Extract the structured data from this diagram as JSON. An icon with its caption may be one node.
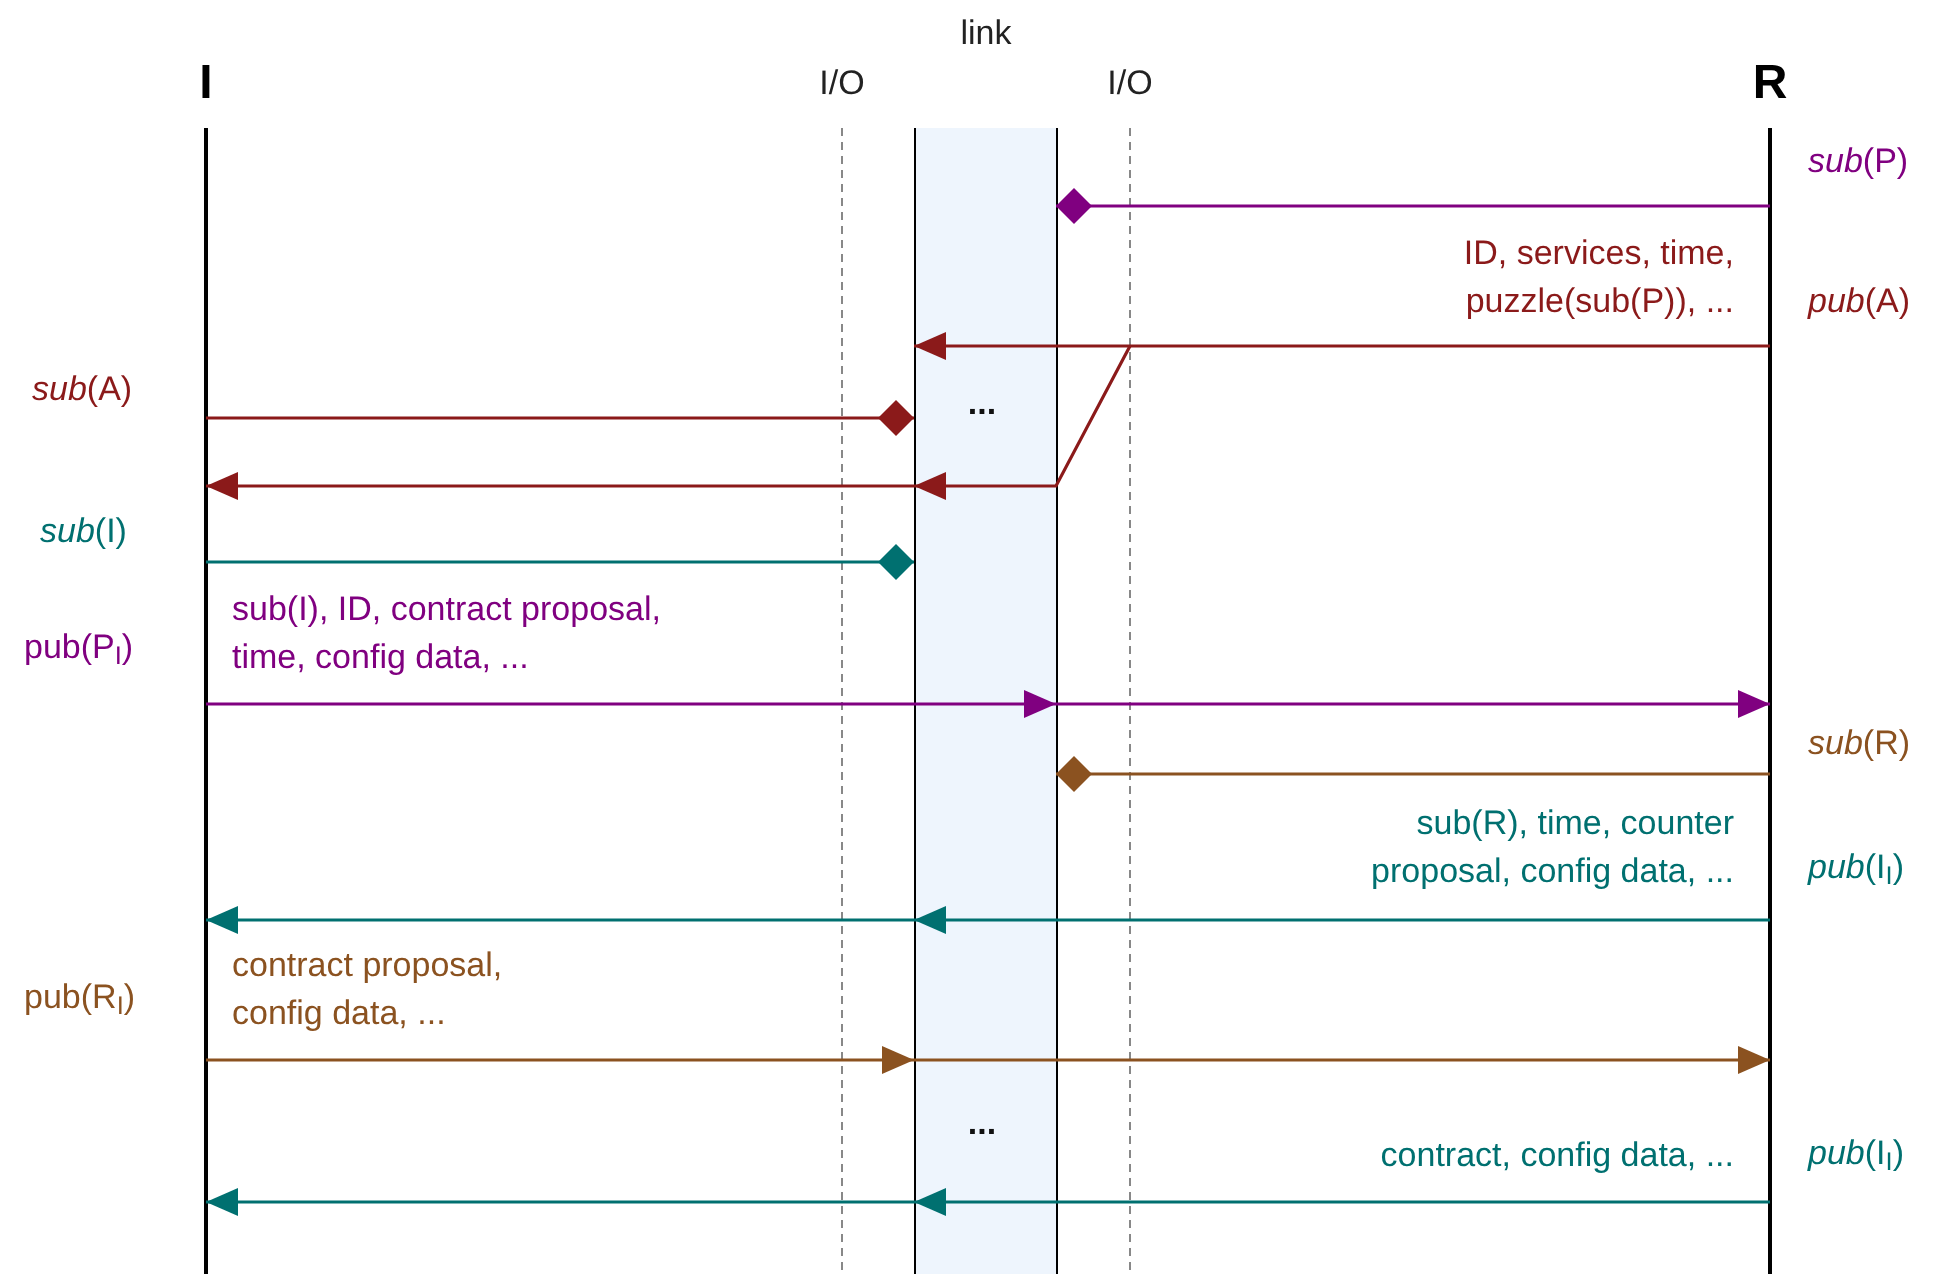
{
  "diagram": {
    "nodes": [
      {
        "text": [
          "I"
        ]
      },
      {
        "text": [
          "link"
        ]
      },
      {
        "text": [
          "R"
        ]
      }
    ],
    "edges": [
      {
        "from": 2,
        "to": 1,
        "arrow": "other",
        "label": "*sub*(P)",
        "color": "#800080"
      },
      {
        "from": 2,
        "to": 1,
        "arrow": "to",
        "label": "*pub*(A)",
        "color": "#8b1a1a"
      },
      {
        "from": 0,
        "to": 1,
        "arrow": "other",
        "label": "*sub*(A)",
        "color": "#8b1a1a"
      },
      {
        "from": 1,
        "to": 0,
        "arrow": "to",
        "color": "#8b1a1a"
      },
      {
        "from": 0,
        "to": 1,
        "arrow": "other",
        "label": "*sub*(I)",
        "color": "#007070"
      },
      {
        "from": 0,
        "to": 1,
        "arrow": "to",
        "label": "pub(P$_{I}$)",
        "color": "#800080"
      },
      {
        "from": 1,
        "to": 2,
        "arrow": "to",
        "color": "#800080"
      },
      {
        "from": 2,
        "to": 1,
        "arrow": "other",
        "label": "*sub*(R)",
        "color": "#8b5220"
      },
      {
        "from": 2,
        "to": 1,
        "arrow": "to",
        "label": "*pub*(I$_{I}$)",
        "color": "#007070"
      },
      {
        "from": 1,
        "to": 0,
        "arrow": "to",
        "color": "#007070"
      },
      {
        "from": 0,
        "to": 1,
        "arrow": "to",
        "label": "pub(R$_{I}$)",
        "color": "#8b5220"
      },
      {
        "from": 1,
        "to": 2,
        "arrow": "to",
        "color": "#8b5220"
      },
      {
        "from": 2,
        "to": 1,
        "arrow": "to",
        "label": "*pub*(I$_{I}$)",
        "color": "#007070"
      },
      {
        "from": 1,
        "to": 0,
        "arrow": "to",
        "color": "#007070"
      }
    ],
    "labels": [
      "I/O",
      "I/O",
      "ID, services, time, puzzle(sub(P)), ...",
      "...",
      "sub(I), ID, contract proposal, time, config data, ...",
      "sub(R), time, counter proposal, config data, ...",
      "contract proposal, config data, ...",
      "...",
      "contract, config data, ..."
    ]
  }
}
